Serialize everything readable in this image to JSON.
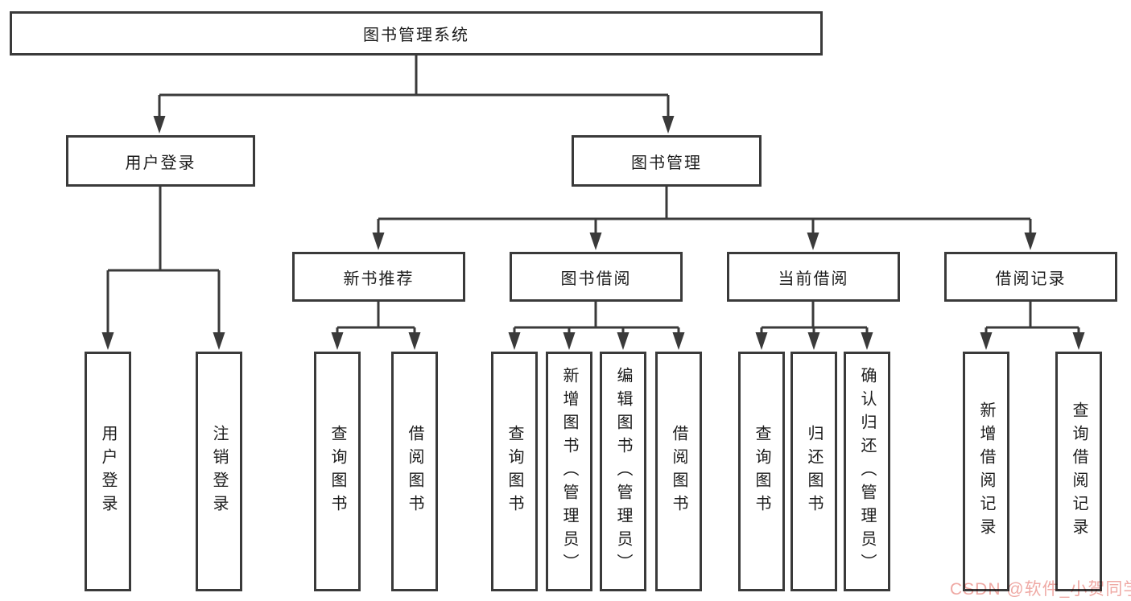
{
  "tree": {
    "root": "图书管理系统",
    "branches": [
      {
        "label": "用户登录",
        "leaves": [
          "用户登录",
          "注销登录"
        ]
      },
      {
        "label": "图书管理",
        "groups": [
          {
            "label": "新书推荐",
            "leaves": [
              "查询图书",
              "借阅图书"
            ]
          },
          {
            "label": "图书借阅",
            "leaves": [
              "查询图书",
              "新增图书（管理员）",
              "编辑图书（管理员）",
              "借阅图书"
            ]
          },
          {
            "label": "当前借阅",
            "leaves": [
              "查询图书",
              "归还图书",
              "确认归还（管理员）"
            ]
          },
          {
            "label": "借阅记录",
            "leaves": [
              "新增借阅记录",
              "查询借阅记录"
            ]
          }
        ]
      }
    ]
  },
  "watermark": {
    "text": "CSDN @软件_小贺同学"
  },
  "colors": {
    "line": "#3a3a3a",
    "box_border": "#3a3a3a",
    "box_fill": "#ffffff",
    "text": "#1c1c1c",
    "watermark": "#efa9a4"
  }
}
